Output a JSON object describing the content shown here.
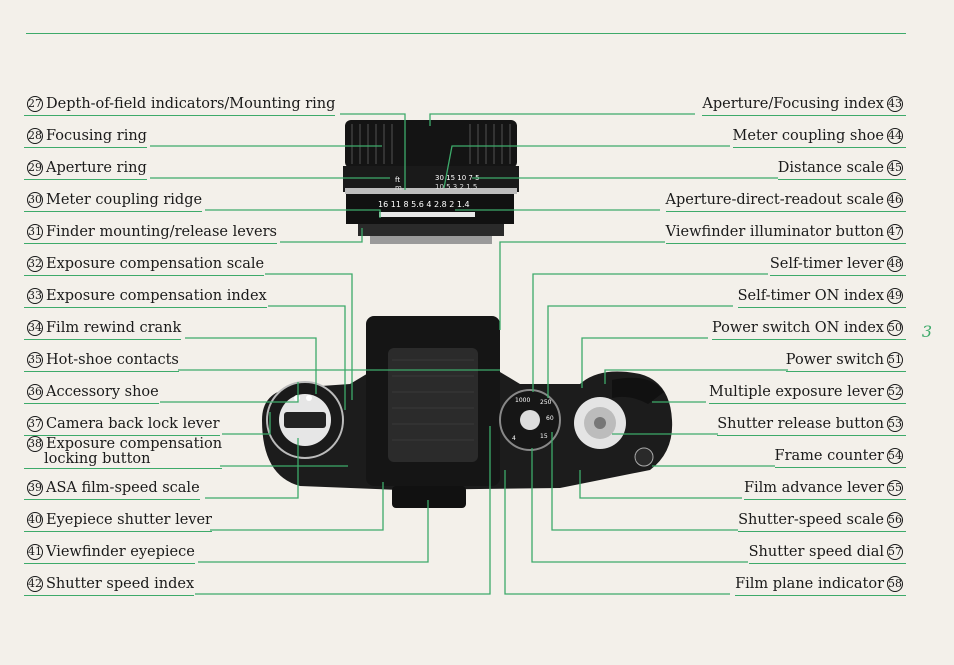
{
  "page_number": "3",
  "left_labels": [
    {
      "num": "27",
      "text": "Depth-of-field indicators/Mounting ring"
    },
    {
      "num": "28",
      "text": "Focusing ring"
    },
    {
      "num": "29",
      "text": "Aperture ring"
    },
    {
      "num": "30",
      "text": "Meter coupling ridge"
    },
    {
      "num": "31",
      "text": "Finder mounting/release levers"
    },
    {
      "num": "32",
      "text": "Exposure compensation scale"
    },
    {
      "num": "33",
      "text": "Exposure compensation index"
    },
    {
      "num": "34",
      "text": "Film rewind crank"
    },
    {
      "num": "35",
      "text": "Hot-shoe contacts"
    },
    {
      "num": "36",
      "text": "Accessory shoe"
    },
    {
      "num": "37",
      "text": "Camera back lock lever"
    },
    {
      "num": "38",
      "text": "Exposure compensation",
      "text2": "locking button"
    },
    {
      "num": "39",
      "text": "ASA film-speed scale"
    },
    {
      "num": "40",
      "text": "Eyepiece shutter lever"
    },
    {
      "num": "41",
      "text": "Viewfinder eyepiece"
    },
    {
      "num": "42",
      "text": "Shutter speed index"
    }
  ],
  "right_labels": [
    {
      "num": "43",
      "text": "Aperture/Focusing index"
    },
    {
      "num": "44",
      "text": "Meter coupling shoe"
    },
    {
      "num": "45",
      "text": "Distance scale"
    },
    {
      "num": "46",
      "text": "Aperture-direct-readout scale"
    },
    {
      "num": "47",
      "text": "Viewfinder illuminator button"
    },
    {
      "num": "48",
      "text": "Self-timer lever"
    },
    {
      "num": "49",
      "text": "Self-timer ON index"
    },
    {
      "num": "50",
      "text": "Power switch ON index"
    },
    {
      "num": "51",
      "text": "Power switch"
    },
    {
      "num": "52",
      "text": "Multiple exposure lever"
    },
    {
      "num": "53",
      "text": "Shutter release button"
    },
    {
      "num": "54",
      "text": "Frame counter"
    },
    {
      "num": "55",
      "text": "Film advance lever"
    },
    {
      "num": "56",
      "text": "Shutter-speed scale"
    },
    {
      "num": "57",
      "text": "Shutter speed dial"
    },
    {
      "num": "58",
      "text": "Film plane indicator"
    }
  ],
  "lens_scales": {
    "distance_top": "30 15 10 7 5",
    "distance_feet": "10 5 3 2 1.5",
    "apertures": "16 11 8 5.6 4 2.8 2 1.4",
    "unit_ft": "ft",
    "unit_m": "m"
  },
  "colors": {
    "accent": "#3daa6a",
    "page": "#f3f0ea",
    "camera": "#1c1c1c"
  }
}
